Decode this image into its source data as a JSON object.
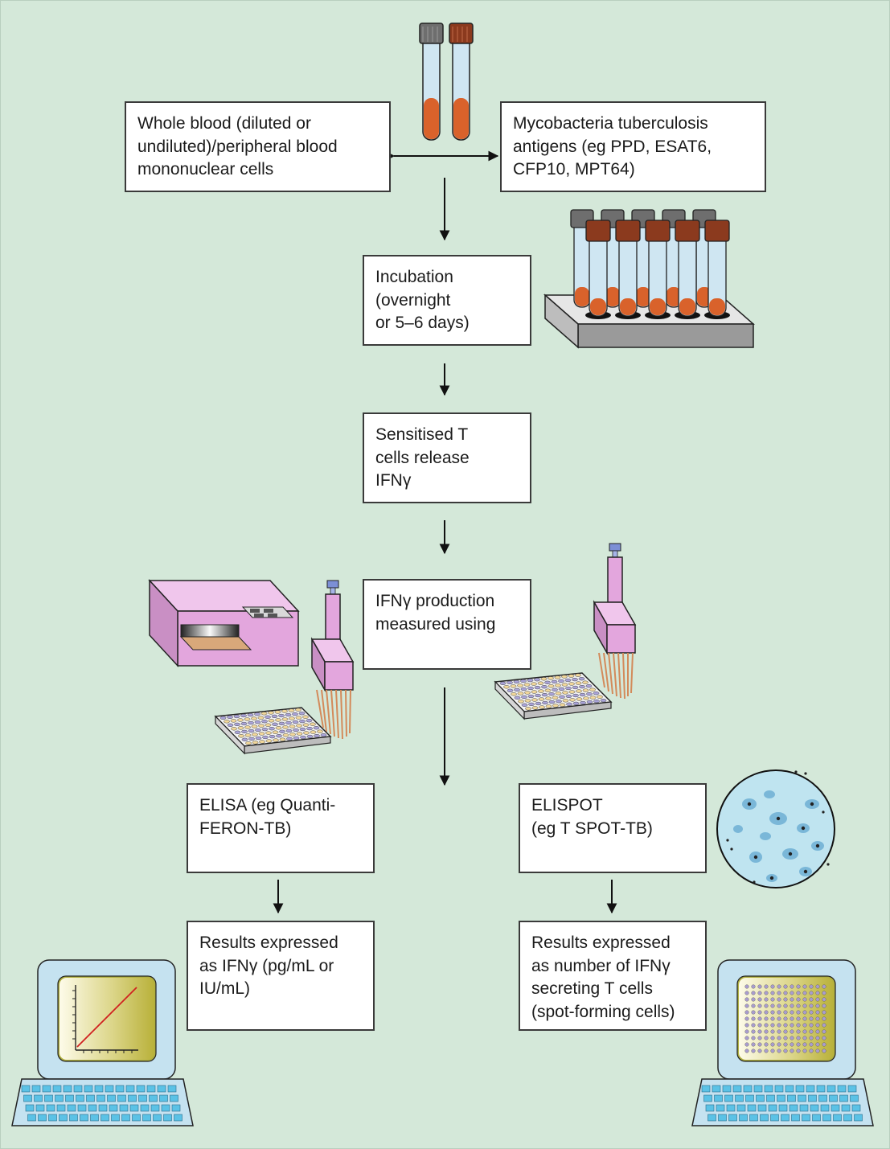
{
  "boxes": {
    "whole_blood": "Whole blood (diluted or\nundiluted)/peripheral blood\nmononuclear cells",
    "antigens": "Mycobacteria tuberculosis\nantigens (eg PPD, ESAT6,\nCFP10, MPT64)",
    "incubation": "Incubation\n(overnight\nor 5–6 days)",
    "sensitised": "Sensitised T\ncells release\nIFNγ",
    "production": "IFNγ production\nmeasured using",
    "elisa": "ELISA (eg Quanti-\nFERON-TB)",
    "elispot": "ELISPOT\n(eg T SPOT-TB)",
    "elisa_results": "Results expressed\nas IFNγ (pg/mL or\nIU/mL)",
    "elispot_results": "Results expressed\nas number of IFNγ\nsecreting T cells\n(spot-forming cells)"
  },
  "colors": {
    "background": "#d4e8d9",
    "tube_blood": "#d9622b",
    "tube_cap_grey": "#6e6e6e",
    "tube_cap_brown": "#8b3a1e",
    "instrument": "#e3a6dd",
    "plate_well_purple": "#a9a3d8",
    "plate_well_yellow": "#f1d79a",
    "monitor": "#c5e2f0",
    "keyboard": "#5bc2e6",
    "screen": "#d4cf6a",
    "spot_disc": "#bfe4f0"
  }
}
